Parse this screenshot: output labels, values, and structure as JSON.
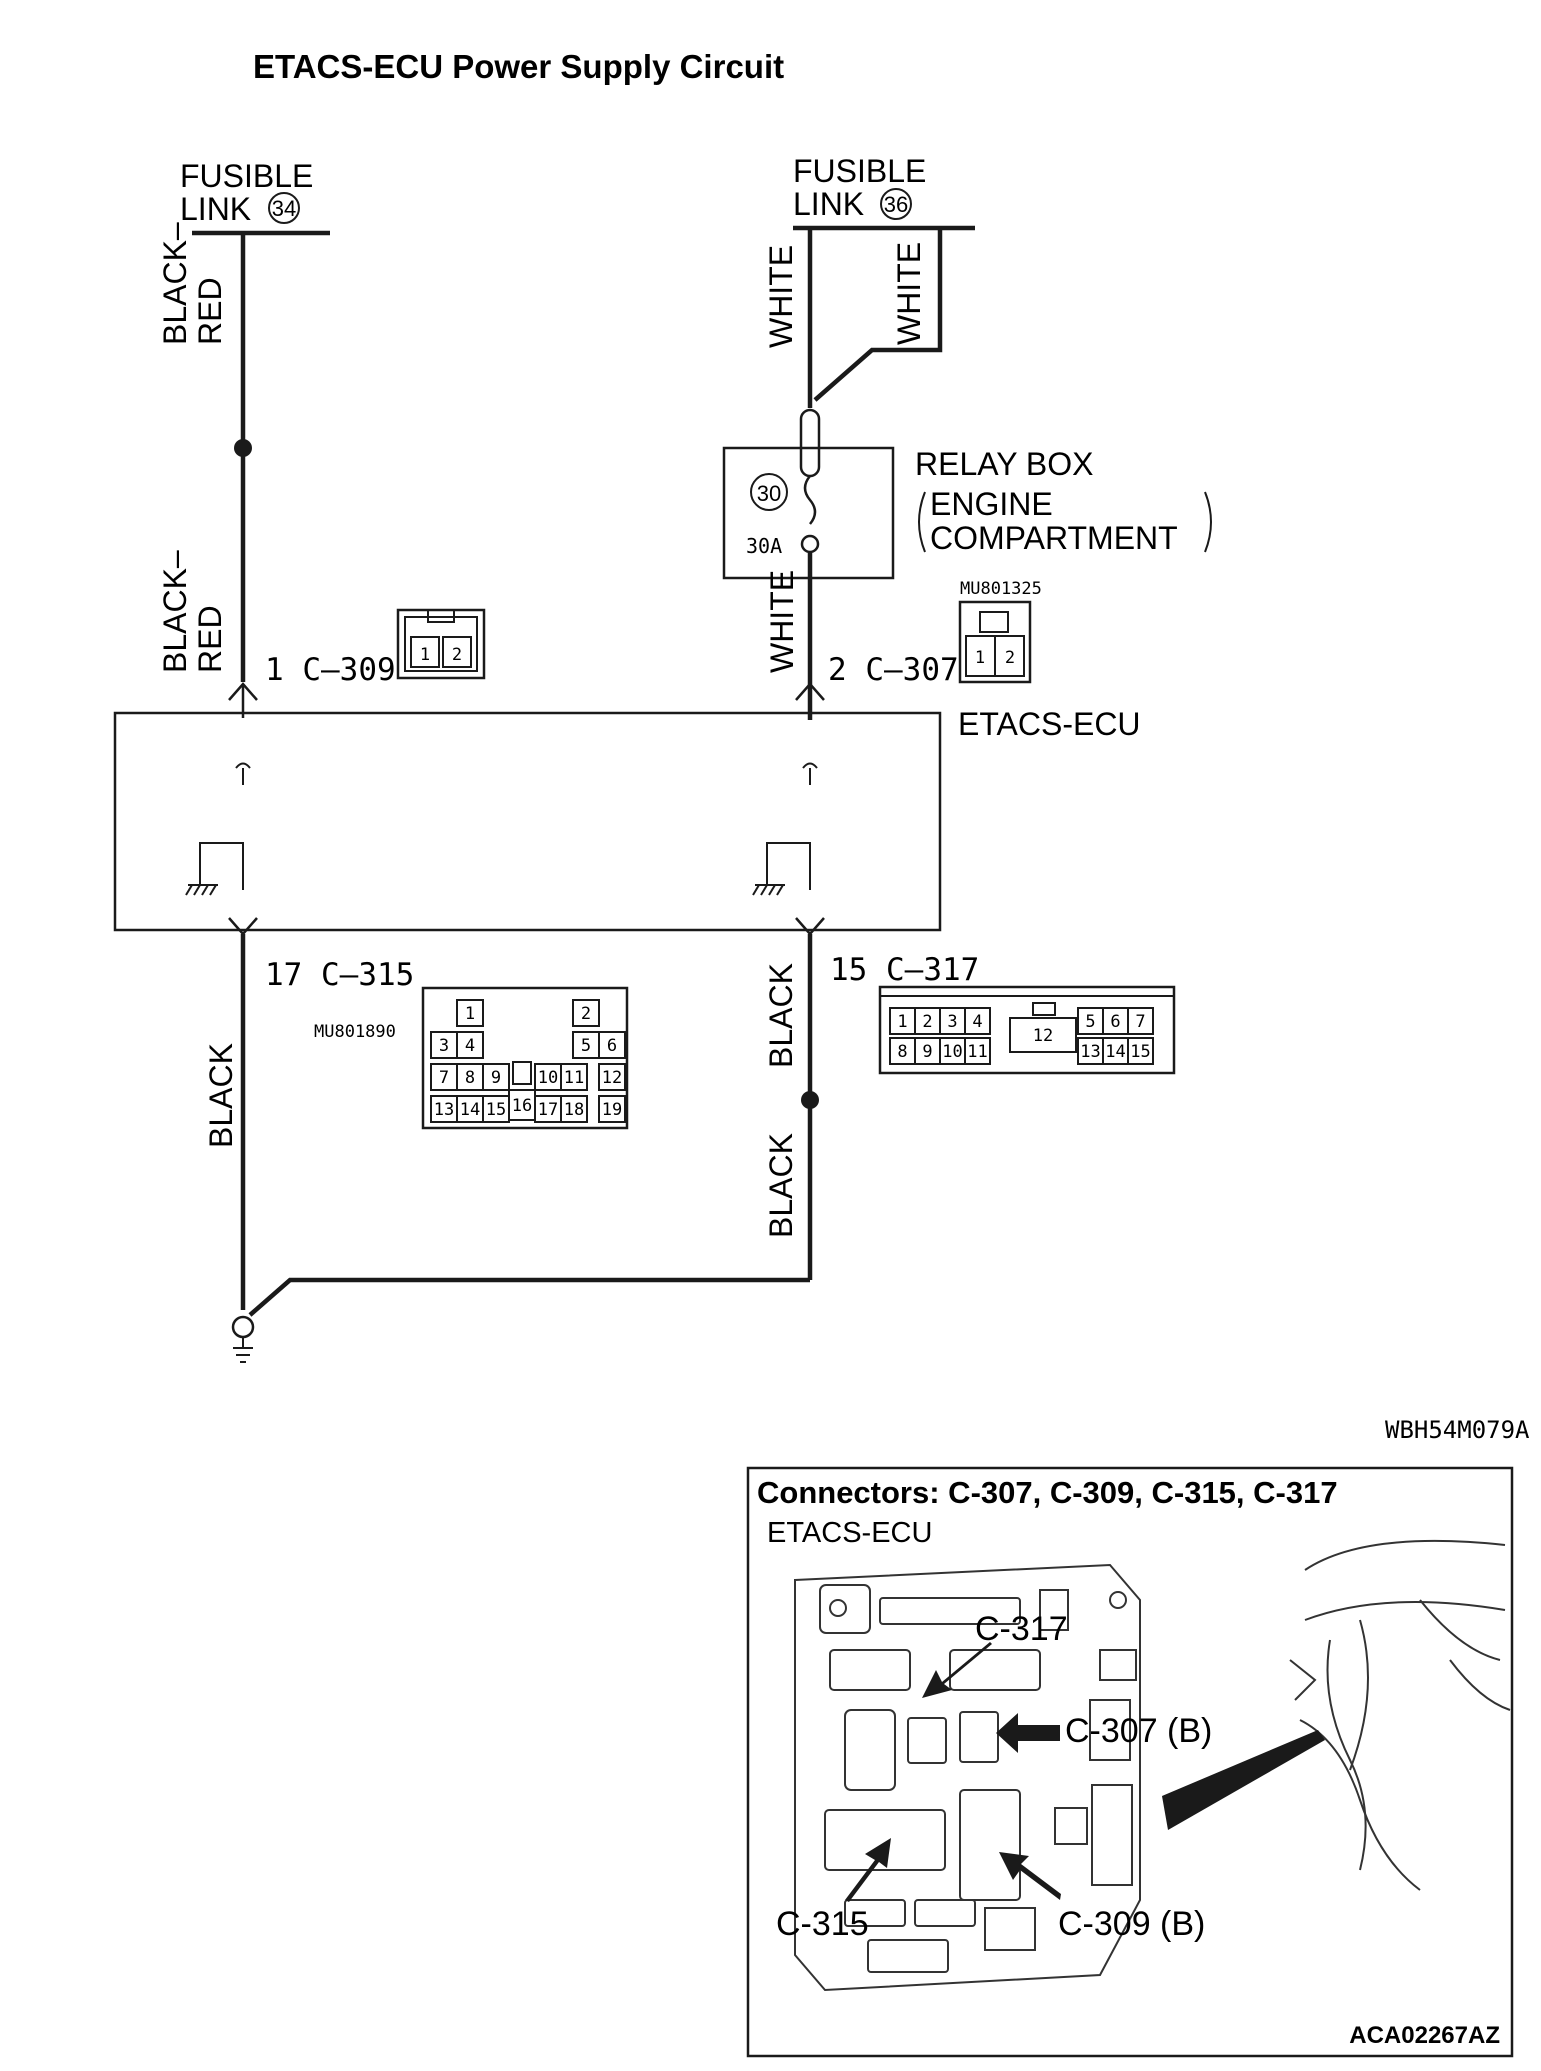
{
  "title": "ETACS-ECU Power Supply Circuit",
  "fusible_link_left": {
    "line1": "FUSIBLE",
    "line2": "LINK",
    "number": "34"
  },
  "fusible_link_right": {
    "line1": "FUSIBLE",
    "line2": "LINK",
    "number": "36"
  },
  "wire_colors": {
    "black_red_1a": "BLACK–",
    "black_red_1b": "RED",
    "black_red_2a": "BLACK–",
    "black_red_2b": "RED",
    "white_1": "WHITE",
    "white_2": "WHITE",
    "white_3": "WHITE",
    "black_1": "BLACK",
    "black_2": "BLACK",
    "black_3": "BLACK"
  },
  "relay_box": {
    "line1": "RELAY BOX",
    "line2": "ENGINE",
    "line3": "COMPARTMENT",
    "fuse_number": "30",
    "fuse_rating": "30A"
  },
  "ecu_label": "ETACS-ECU",
  "connectors": {
    "c309": {
      "label": "1  C–309",
      "pins": [
        "1",
        "2"
      ]
    },
    "c307": {
      "label": "2  C–307",
      "part_no": "MU801325",
      "pins": [
        "1",
        "2"
      ]
    },
    "c315": {
      "label": "17  C–315",
      "part_no": "MU801890",
      "pins": [
        "1",
        "2",
        "3",
        "4",
        "5",
        "6",
        "7",
        "8",
        "9",
        "10",
        "11",
        "12",
        "13",
        "14",
        "15",
        "16",
        "17",
        "18",
        "19"
      ]
    },
    "c317": {
      "label": "15  C–317",
      "pins": [
        "1",
        "2",
        "3",
        "4",
        "5",
        "6",
        "7",
        "8",
        "9",
        "10",
        "11",
        "12",
        "13",
        "14",
        "15"
      ]
    }
  },
  "figure_code": "WBH54M079A",
  "inset": {
    "title": "Connectors: C-307, C-309, C-315, C-317",
    "subtitle": "ETACS-ECU",
    "callouts": {
      "c317": "C-317",
      "c307": "C-307 (B)",
      "c315": "C-315",
      "c309": "C-309 (B)"
    },
    "code": "ACA02267AZ"
  },
  "colors": {
    "ink": "#1a1a1a",
    "paper": "#ffffff"
  }
}
